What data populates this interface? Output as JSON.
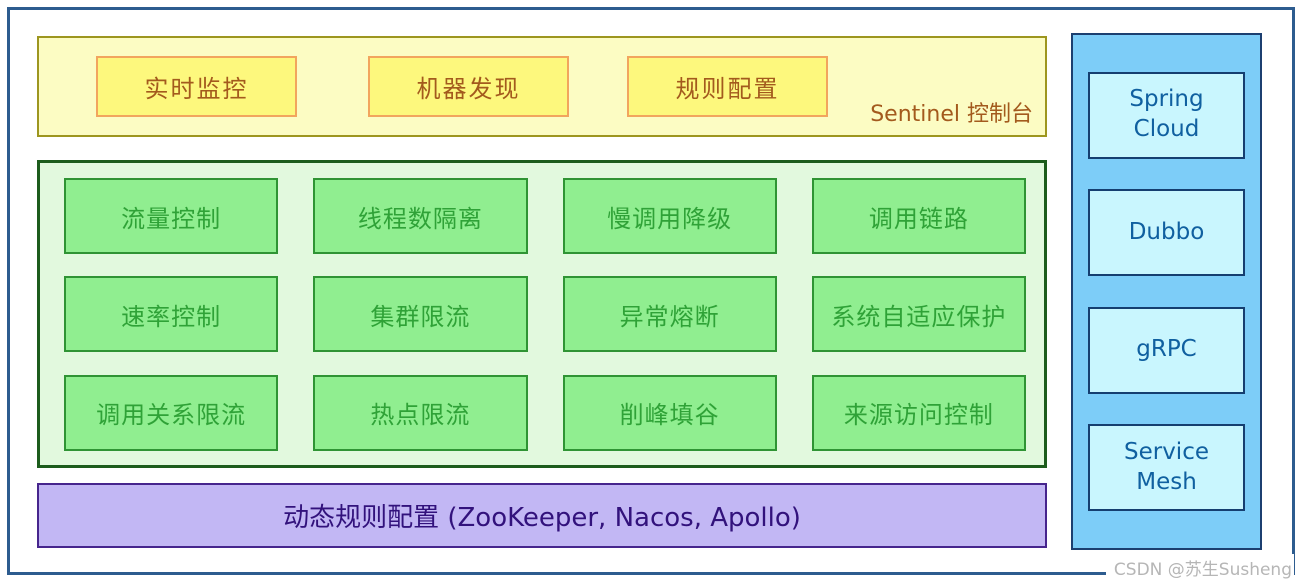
{
  "console": {
    "title": "Sentinel 控制台",
    "buttons": [
      "实时监控",
      "机器发现",
      "规则配置"
    ]
  },
  "core_features": [
    "流量控制",
    "线程数隔离",
    "慢调用降级",
    "调用链路",
    "速率控制",
    "集群限流",
    "异常熔断",
    "系统自适应保护",
    "调用关系限流",
    "热点限流",
    "削峰填谷",
    "来源访问控制"
  ],
  "dynamic_rules_label": "动态规则配置 (ZooKeeper, Nacos, Apollo)",
  "integrations": [
    "Spring Cloud",
    "Dubbo",
    "gRPC",
    "Service Mesh"
  ],
  "watermark": "CSDN @苏生Susheng",
  "colors": {
    "frame_border": "#2d5c8f",
    "console_bg": "#fcfcc3",
    "console_border": "#9d961f",
    "console_button_bg": "#fdf87d",
    "console_button_border": "#f2a55d",
    "console_text": "#a35a1d",
    "core_panel_bg": "#e2f9de",
    "core_panel_border": "#1c5c1c",
    "feature_box_bg": "#90ee90",
    "feature_box_border": "#2f9434",
    "feature_text": "#2fa237",
    "rules_bg": "#c2b7f4",
    "rules_border": "#46258d",
    "rules_text": "#32127c",
    "integrations_bg": "#7dcdf8",
    "integrations_border": "#1c3f70",
    "integration_box_bg": "#c9f6fe",
    "integration_box_border": "#153e70",
    "integration_text": "#1060a0",
    "watermark_text": "#b6b6b6"
  }
}
